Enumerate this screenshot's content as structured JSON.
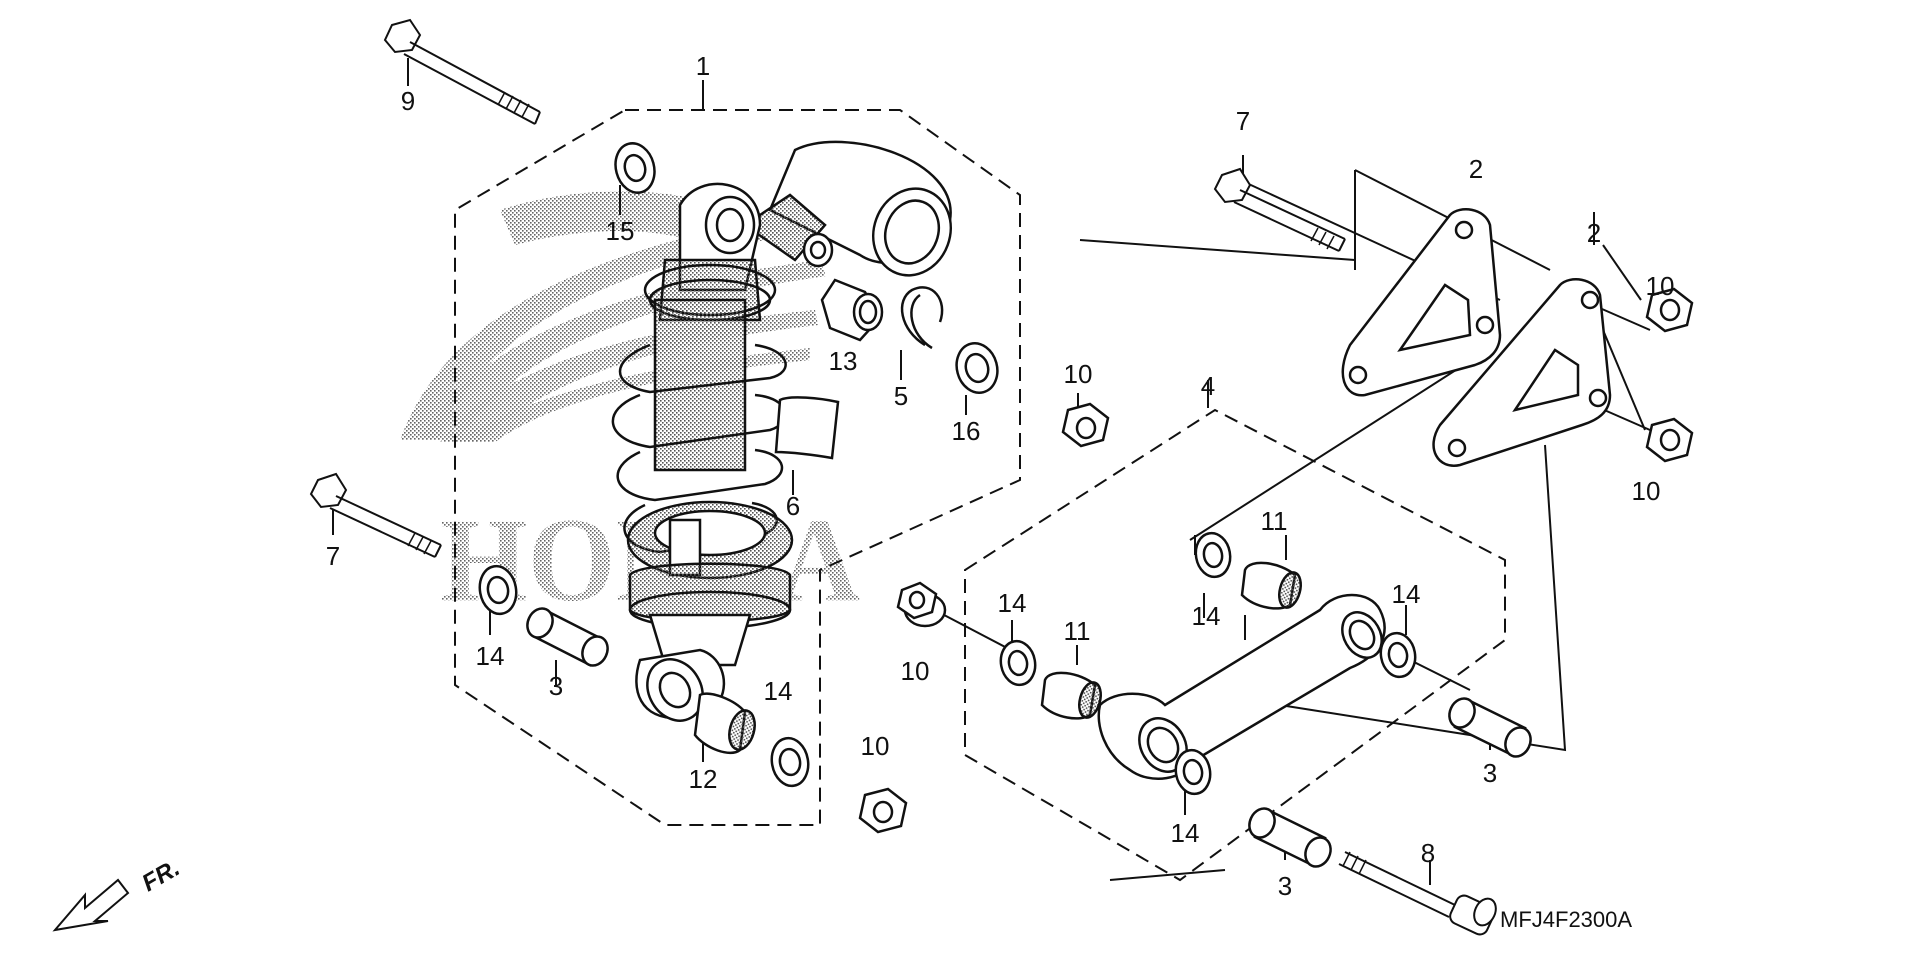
{
  "diagram": {
    "callouts": {
      "c1": "1",
      "c2a": "2",
      "c2b": "2",
      "c3a": "3",
      "c3b": "3",
      "c3c": "3",
      "c4": "4",
      "c5": "5",
      "c6": "6",
      "c7a": "7",
      "c7b": "7",
      "c8": "8",
      "c9": "9",
      "c10a": "10",
      "c10b": "10",
      "c10c": "10",
      "c10d": "10",
      "c10e": "10",
      "c11a": "11",
      "c11b": "11",
      "c12": "12",
      "c13": "13",
      "c14a": "14",
      "c14b": "14",
      "c14c": "14",
      "c14d": "14",
      "c14e": "14",
      "c14f": "14",
      "c15": "15",
      "c16": "16"
    },
    "front_indicator": "FR.",
    "diagram_code": "MFJ4F2300A",
    "brand_watermark": "HONDA"
  },
  "colors": {
    "ink": "#111111",
    "stipple": "#555555",
    "background": "#ffffff"
  }
}
